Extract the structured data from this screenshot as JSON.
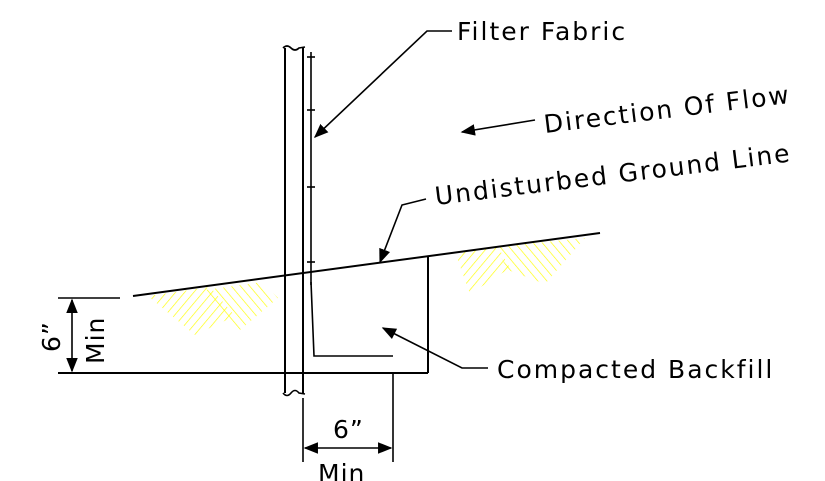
{
  "labels": {
    "filter_fabric": "Filter Fabric",
    "direction_of_flow": "Direction Of Flow",
    "undisturbed_ground_line": "Undisturbed Ground Line",
    "compacted_backfill": "Compacted Backfill"
  },
  "dimensions": {
    "vertical_value": "6”",
    "vertical_note": "Min",
    "horizontal_value": "6”",
    "horizontal_note": "Min"
  },
  "colors": {
    "linework": "#000000",
    "soil_hatch": "#ffff00",
    "background": "#ffffff"
  }
}
